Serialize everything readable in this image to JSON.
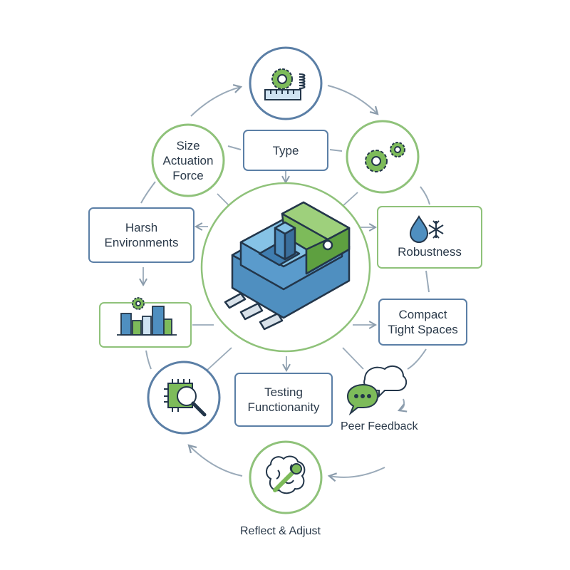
{
  "diagram": {
    "nodes": {
      "type": {
        "label": "Type"
      },
      "size": {
        "lines": [
          "Size",
          "Actuation",
          "Force"
        ]
      },
      "harsh": {
        "lines": [
          "Harsh",
          "Environments"
        ]
      },
      "robustness": {
        "label": "Robustness"
      },
      "compact": {
        "lines": [
          "Compact",
          "Tight Spaces"
        ]
      },
      "testing": {
        "lines": [
          "Testing",
          "Functionanity"
        ]
      },
      "peer_feedback": {
        "label": "Peer Feedback"
      },
      "reflect": {
        "label": "Reflect & Adjust"
      }
    },
    "icons": {
      "top": "gear-ruler-spring-icon",
      "right_top": "gears-icon",
      "robustness": "water-drop-snowflake-icon",
      "buildings": "city-gear-icon",
      "inspect": "chip-magnifier-icon",
      "peer": "chat-bubbles-icon",
      "reflect": "brain-wrench-icon",
      "center": "switch-component-icon"
    },
    "colors": {
      "green": "#7cb95f",
      "blue_ring": "#5b7fa6",
      "dark": "#2b3a4a",
      "arrow": "#9aaab9",
      "blue_fill": "#4f8fc0",
      "green_fill": "#7dbb5a"
    }
  }
}
